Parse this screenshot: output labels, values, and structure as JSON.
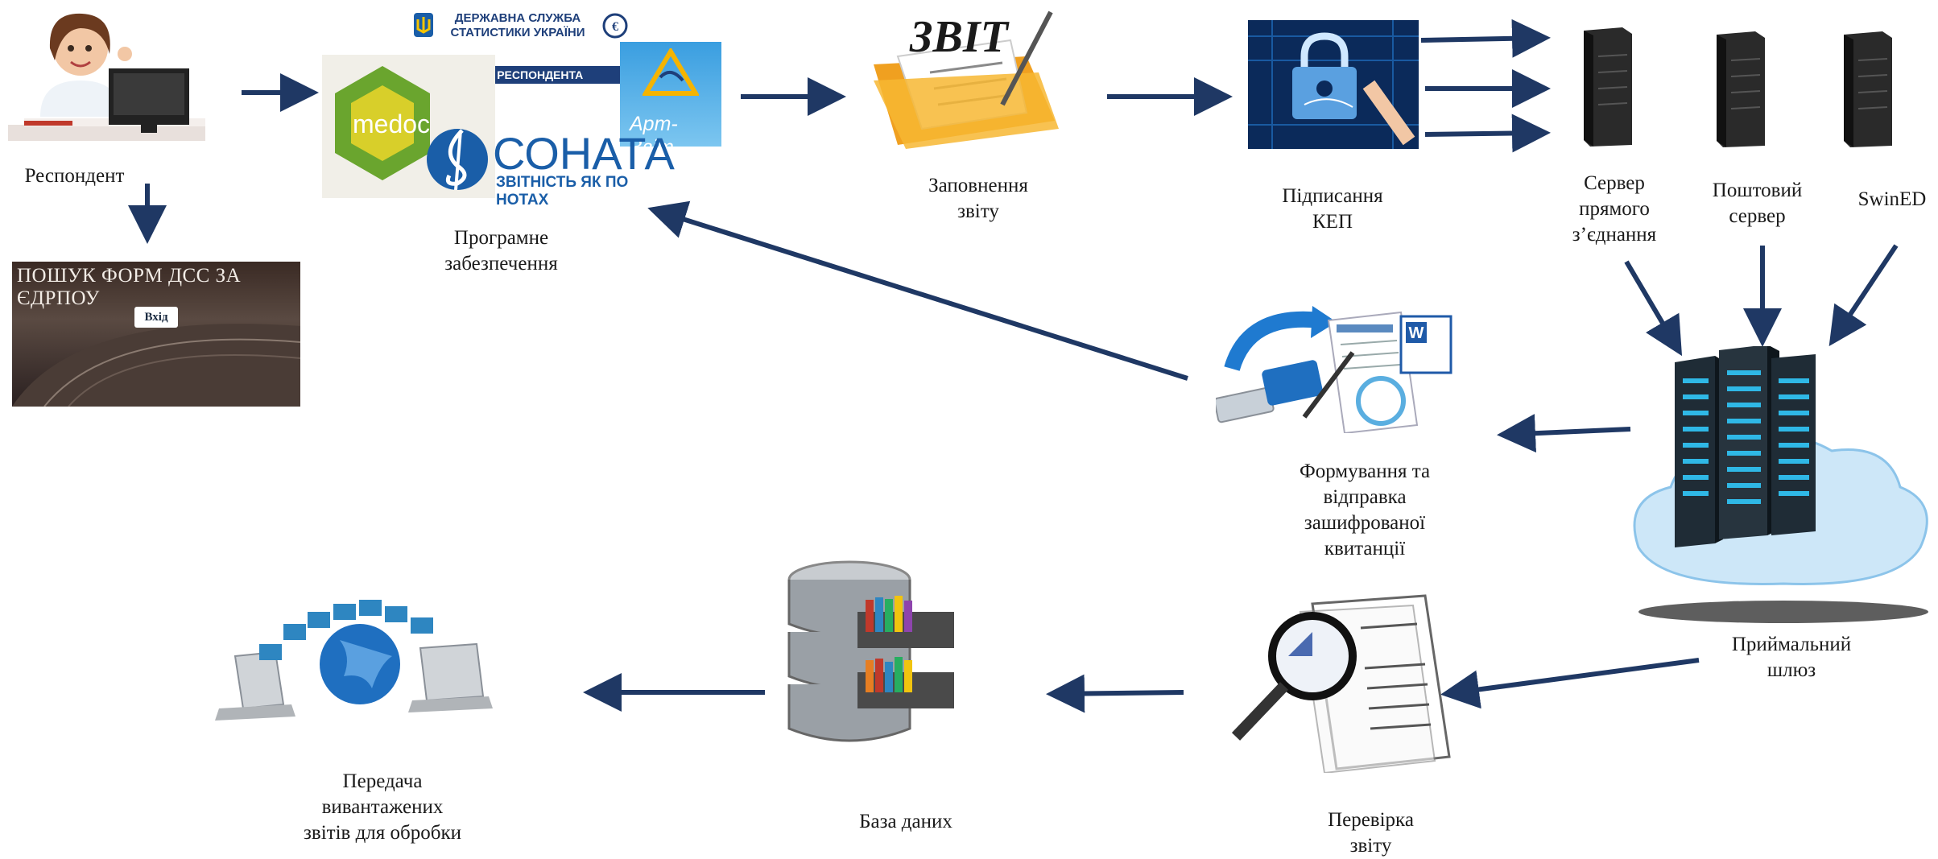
{
  "diagram": {
    "nodes": {
      "respondent": {
        "label": "Респондент"
      },
      "software": {
        "label_lines": [
          "Програмне",
          "забезпечення"
        ]
      },
      "fill_report": {
        "label_lines": [
          "Заповнення",
          "звіту"
        ]
      },
      "signing": {
        "label_lines": [
          "Підписання",
          "КЕП"
        ]
      },
      "direct_server": {
        "label_lines": [
          "Сервер",
          "прямого",
          "з’єднання"
        ]
      },
      "mail_server": {
        "label_lines": [
          "Поштовий",
          "сервер"
        ]
      },
      "swined": {
        "label": "SwinED"
      },
      "gateway": {
        "label_lines": [
          "Приймальний",
          "шлюз"
        ]
      },
      "receipt": {
        "label_lines": [
          "Формування та",
          "відправка",
          "зашифрованої",
          "квитанції"
        ]
      },
      "check": {
        "label_lines": [
          "Перевірка",
          "звіту"
        ]
      },
      "database": {
        "label": "База даних"
      },
      "transfer": {
        "label_lines": [
          "Передача",
          "вивантажених",
          "звітів для обробки"
        ]
      }
    },
    "logos": {
      "dss_line1": "ДЕРЖАВНА СЛУЖБА",
      "dss_line2": "СТАТИСТИКИ УКРАЇНИ",
      "kabinet": "КАБІНЕТ РЕСПОНДЕНТА",
      "art_zvit": "Арт-Звіт",
      "medoc": "medoc",
      "sonata": "СОНАТА",
      "sonata_slogan": "ЗВІТНІСТЬ ЯК ПО НОТАХ",
      "zvit": "ЗВІТ"
    },
    "search_form": {
      "title": "ПОШУК ФОРМ ДСС ЗА ЄДРПОУ",
      "login_button": "Вхід"
    },
    "colors": {
      "arrow": "#1f3864",
      "label": "#1a1a1a"
    }
  }
}
